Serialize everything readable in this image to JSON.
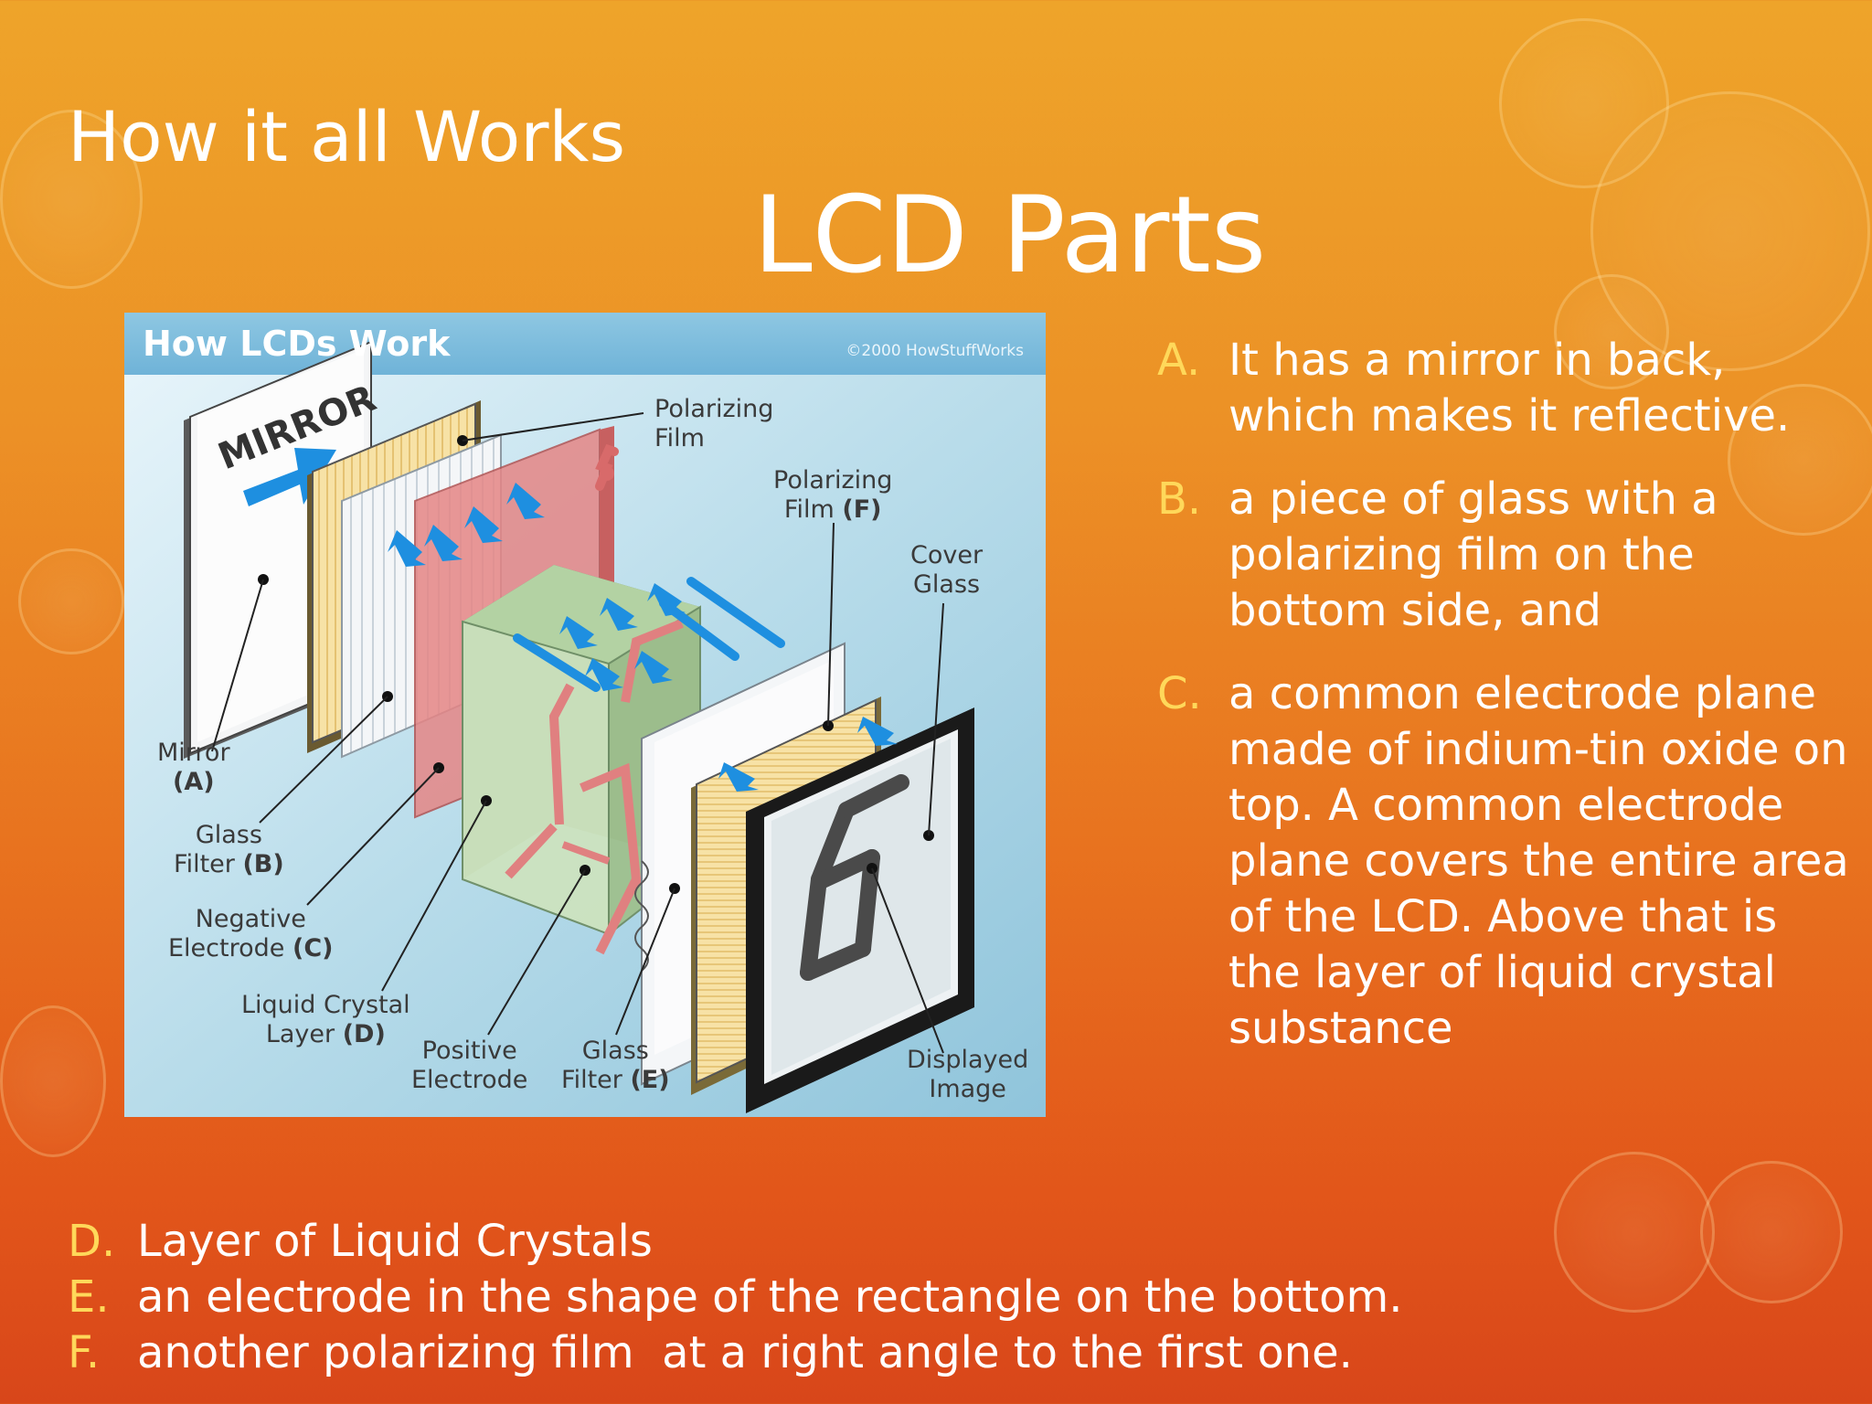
{
  "slide": {
    "kicker": "How it all Works",
    "title": "LCD Parts"
  },
  "figure": {
    "header_title": "How LCDs Work",
    "copyright": "©2000 HowStuffWorks",
    "mirror_text": "MIRROR",
    "digit": "6",
    "labels": {
      "polarizing_film_1": [
        "Polarizing",
        "Film"
      ],
      "polarizing_film_2": [
        "Polarizing",
        "Film",
        "(F)"
      ],
      "cover_glass": [
        "Cover",
        "Glass"
      ],
      "mirror": [
        "Mirror",
        "(A)"
      ],
      "glass_filter_1": [
        "Glass",
        "Filter",
        "(B)"
      ],
      "negative_electrode": [
        "Negative",
        "Electrode",
        "(C)"
      ],
      "liquid_crystal": [
        "Liquid Crystal",
        "Layer",
        "(D)"
      ],
      "positive_electrode": [
        "Positive",
        "Electrode"
      ],
      "glass_filter_2": [
        "Glass",
        "Filter",
        "(E)"
      ],
      "displayed_image": [
        "Displayed",
        "Image"
      ]
    },
    "colors": {
      "background": "#a9d5e6",
      "arrow": "#1e8fe0",
      "electrode": "#e08080",
      "film": "#f6dfa0"
    }
  },
  "list_right": [
    {
      "marker": "A.",
      "text": "It has a mirror in back, which makes it reflective."
    },
    {
      "marker": "B.",
      "text": "a piece of glass with a polarizing film on the bottom side, and"
    },
    {
      "marker": "C.",
      "text": "a common electrode plane made of indium-tin oxide on top. A common electrode plane covers the entire area of the LCD. Above that is the layer of liquid crystal substance"
    }
  ],
  "list_bottom": [
    {
      "marker": "D.",
      "text": "Layer of Liquid Crystals"
    },
    {
      "marker": "E.",
      "text": "an electrode in the shape of the rectangle on the bottom."
    },
    {
      "marker": "F.",
      "text": "another polarizing film  at a right angle to the first one."
    }
  ],
  "colors": {
    "marker": "#ffd85a",
    "text": "#ffffff",
    "bg_top": "#eea42a",
    "bg_bottom": "#d8461a"
  }
}
